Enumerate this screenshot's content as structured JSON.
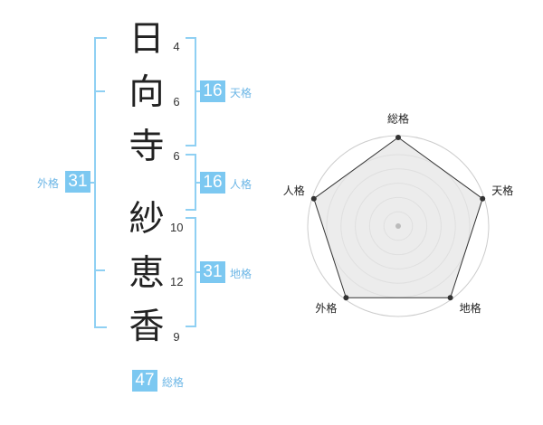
{
  "name": {
    "chars": [
      {
        "char": "日",
        "strokes": "4"
      },
      {
        "char": "向",
        "strokes": "6"
      },
      {
        "char": "寺",
        "strokes": "6"
      },
      {
        "char": "紗",
        "strokes": "10"
      },
      {
        "char": "恵",
        "strokes": "12"
      },
      {
        "char": "香",
        "strokes": "9"
      }
    ]
  },
  "fortune": {
    "tenkaku": {
      "value": "16",
      "label": "天格"
    },
    "jinkaku": {
      "value": "16",
      "label": "人格"
    },
    "chikaku": {
      "value": "31",
      "label": "地格"
    },
    "gaikaku": {
      "value": "31",
      "label": "外格"
    },
    "soukaku": {
      "value": "47",
      "label": "総格"
    }
  },
  "radar": {
    "axes": [
      "総格",
      "天格",
      "地格",
      "外格",
      "人格"
    ],
    "values": [
      1,
      1,
      1,
      1,
      1
    ],
    "max": 1,
    "rings": 5,
    "colors": {
      "fill": "#e6e6e6",
      "line": "#333333",
      "ring": "#cccccc",
      "point": "#333333"
    }
  },
  "colors": {
    "badge": "#7cc8f1",
    "bracket": "#8fd0f3",
    "label": "#6cb6e6"
  }
}
